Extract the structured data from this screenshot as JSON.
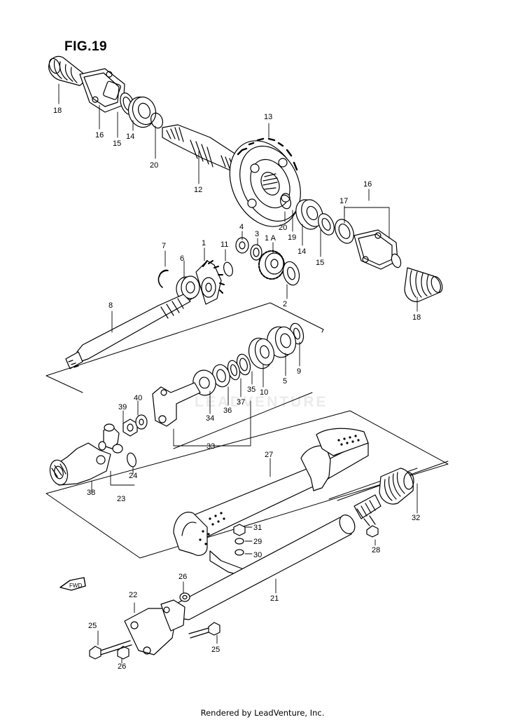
{
  "figure": {
    "title": "FIG.19"
  },
  "watermark": {
    "text": "LEADVENTURE"
  },
  "footer": {
    "text": "Rendered by LeadVenture, Inc."
  },
  "fwd_arrow": {
    "label": "FWD"
  },
  "callouts": [
    {
      "id": "c18a",
      "label": "18"
    },
    {
      "id": "c16a",
      "label": "16"
    },
    {
      "id": "c15a",
      "label": "15"
    },
    {
      "id": "c14a",
      "label": "14"
    },
    {
      "id": "c20a",
      "label": "20"
    },
    {
      "id": "c12",
      "label": "12"
    },
    {
      "id": "c13",
      "label": "13"
    },
    {
      "id": "c16b",
      "label": "16"
    },
    {
      "id": "c17",
      "label": "17"
    },
    {
      "id": "c20b",
      "label": "20"
    },
    {
      "id": "c19",
      "label": "19"
    },
    {
      "id": "c4",
      "label": "4"
    },
    {
      "id": "c3",
      "label": "3"
    },
    {
      "id": "c1A",
      "label": "1 A"
    },
    {
      "id": "c14b",
      "label": "14"
    },
    {
      "id": "c15b",
      "label": "15"
    },
    {
      "id": "c18b",
      "label": "18"
    },
    {
      "id": "c7",
      "label": "7"
    },
    {
      "id": "c6",
      "label": "6"
    },
    {
      "id": "c1",
      "label": "1"
    },
    {
      "id": "c11",
      "label": "11"
    },
    {
      "id": "c2",
      "label": "2"
    },
    {
      "id": "c8",
      "label": "8"
    },
    {
      "id": "c9",
      "label": "9"
    },
    {
      "id": "c5",
      "label": "5"
    },
    {
      "id": "c10",
      "label": "10"
    },
    {
      "id": "c35",
      "label": "35"
    },
    {
      "id": "c37",
      "label": "37"
    },
    {
      "id": "c36",
      "label": "36"
    },
    {
      "id": "c34",
      "label": "34"
    },
    {
      "id": "c33",
      "label": "33"
    },
    {
      "id": "c40",
      "label": "40"
    },
    {
      "id": "c39",
      "label": "39"
    },
    {
      "id": "c38",
      "label": "38"
    },
    {
      "id": "c24",
      "label": "24"
    },
    {
      "id": "c23",
      "label": "23"
    },
    {
      "id": "c27",
      "label": "27"
    },
    {
      "id": "c32",
      "label": "32"
    },
    {
      "id": "c31",
      "label": "31"
    },
    {
      "id": "c29",
      "label": "29"
    },
    {
      "id": "c30",
      "label": "30"
    },
    {
      "id": "c28",
      "label": "28"
    },
    {
      "id": "c21",
      "label": "21"
    },
    {
      "id": "c26a",
      "label": "26"
    },
    {
      "id": "c22",
      "label": "22"
    },
    {
      "id": "c25a",
      "label": "25"
    },
    {
      "id": "c25b",
      "label": "25"
    },
    {
      "id": "c26b",
      "label": "26"
    }
  ]
}
